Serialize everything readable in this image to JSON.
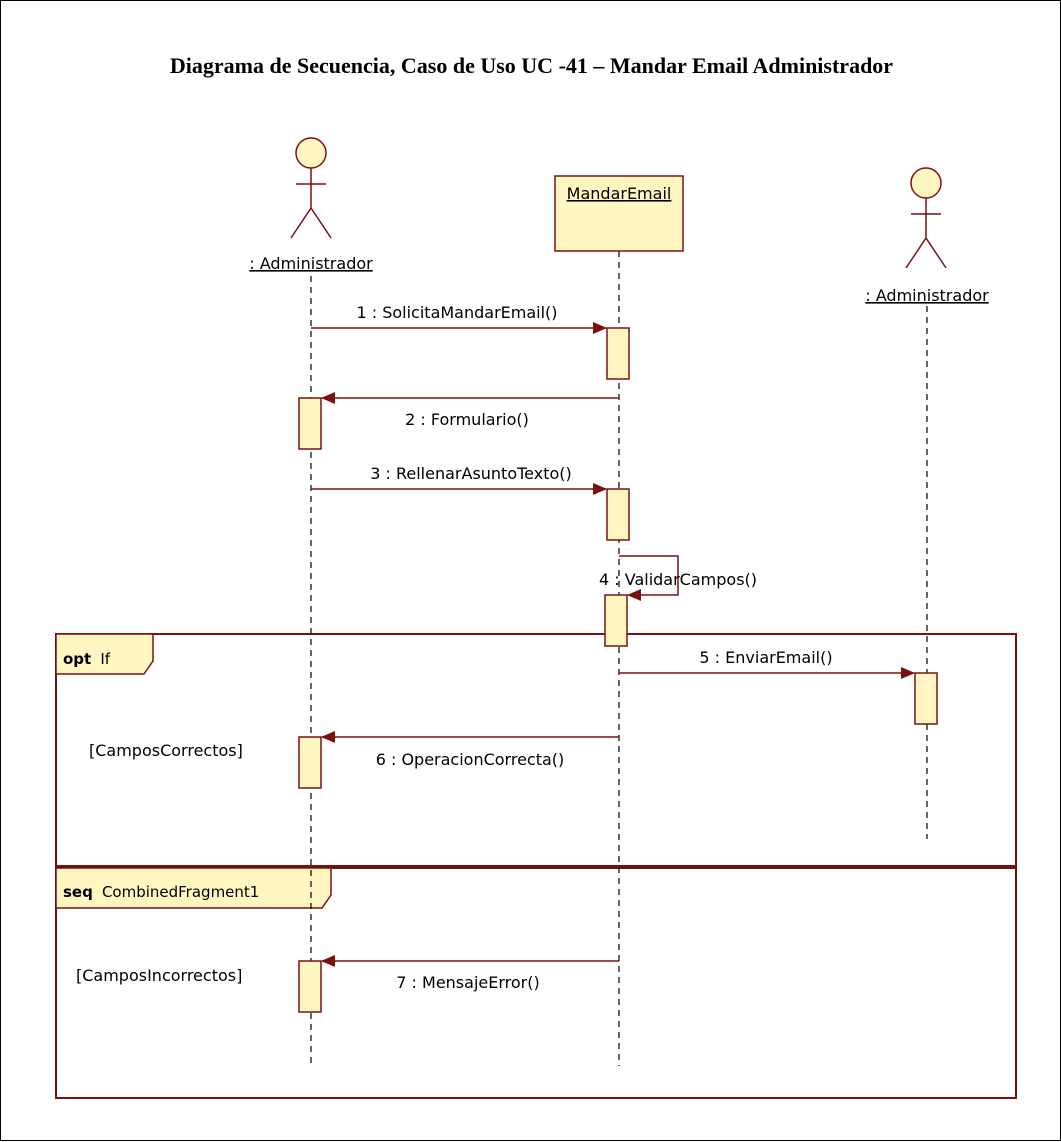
{
  "title": "Diagrama de Secuencia, Caso de Uso UC -41 – Mandar Email Administrador",
  "colors": {
    "fill": "#fff6c2",
    "stroke": "#7a1111",
    "arrow": "#7a1111",
    "line": "#000000"
  },
  "lifelines": [
    {
      "id": "admin1",
      "kind": "actor",
      "label": ": Administrador"
    },
    {
      "id": "mandar",
      "kind": "object",
      "label": "MandarEmail"
    },
    {
      "id": "admin2",
      "kind": "actor",
      "label": ": Administrador"
    }
  ],
  "messages": [
    {
      "label": "1 : SolicitaMandarEmail()",
      "from": "admin1",
      "to": "mandar"
    },
    {
      "label": "2 : Formulario()",
      "from": "mandar",
      "to": "admin1"
    },
    {
      "label": "3 : RellenarAsuntoTexto()",
      "from": "admin1",
      "to": "mandar"
    },
    {
      "label": "4 : ValidarCampos()",
      "from": "mandar",
      "to": "mandar"
    },
    {
      "label": "5 : EnviarEmail()",
      "from": "mandar",
      "to": "admin2"
    },
    {
      "label": "6 : OperacionCorrecta()",
      "from": "mandar",
      "to": "admin1"
    },
    {
      "label": "7 : MensajeError()",
      "from": "mandar",
      "to": "admin1"
    }
  ],
  "fragments": [
    {
      "keyword": "opt",
      "name": "If",
      "guard": "[CamposCorrectos]"
    },
    {
      "keyword": "seq",
      "name": "CombinedFragment1",
      "guard": "[CamposIncorrectos]"
    }
  ]
}
